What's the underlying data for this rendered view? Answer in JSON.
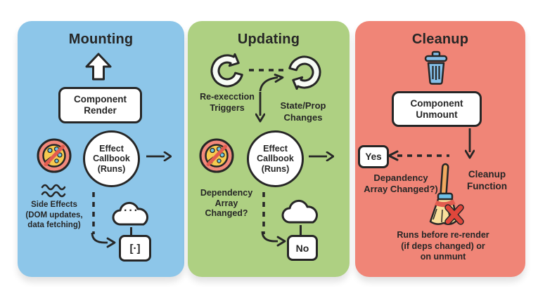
{
  "colors": {
    "mounting_bg": "#8DC6E9",
    "updating_bg": "#AED082",
    "cleanup_bg": "#F08577",
    "ink": "#262626",
    "prohibit_ring": "#F2897B",
    "palette_yellow": "#F6CA4F",
    "palette_dot_blue": "#6EC6E3",
    "slash_red": "#E25C4F",
    "refresh_green": "#7CC47F",
    "trash_blue": "#85BFE9",
    "broom_orange": "#F0A860",
    "broom_band_blue": "#6EC0E8",
    "broom_straw": "#F8DF9C",
    "x_red": "#E0463B"
  },
  "icons": {
    "up_arrow": "up-arrow-icon",
    "no_paint": "no-paint-palette-icon",
    "cloud": "cloud-icon",
    "refresh": "refresh-cycle-icon",
    "trash": "trash-icon",
    "broom": "broom-icon",
    "red_x": "red-x-icon"
  },
  "panels": {
    "mounting": {
      "title": "Mounting",
      "component_render": "Component\nRender",
      "effect_callback": "Effect\nCallbook\n(Runs)",
      "side_effects": "Side Effects\n(DOM updates,\ndata fetching)",
      "cloud_dots": "···",
      "array_box": "[·]"
    },
    "updating": {
      "title": "Updating",
      "reexecution": "Re-execction\nTriggers",
      "state_prop": "State/Prop\nChanges",
      "effect_callback": "Effect\nCallbook\n(Runs)",
      "dependency": "Dependency\nArray\nChanged?",
      "no_label": "No"
    },
    "cleanup": {
      "title": "Cleanup",
      "component_unmount": "Component\nUnmount",
      "yes_label": "Yes",
      "dependency": "Depandency\nArray Changed?)",
      "cleanup_function": "Cleanup\nFunction",
      "note": "Runs before re-render\n(if deps changed) or\non unmunt"
    }
  }
}
